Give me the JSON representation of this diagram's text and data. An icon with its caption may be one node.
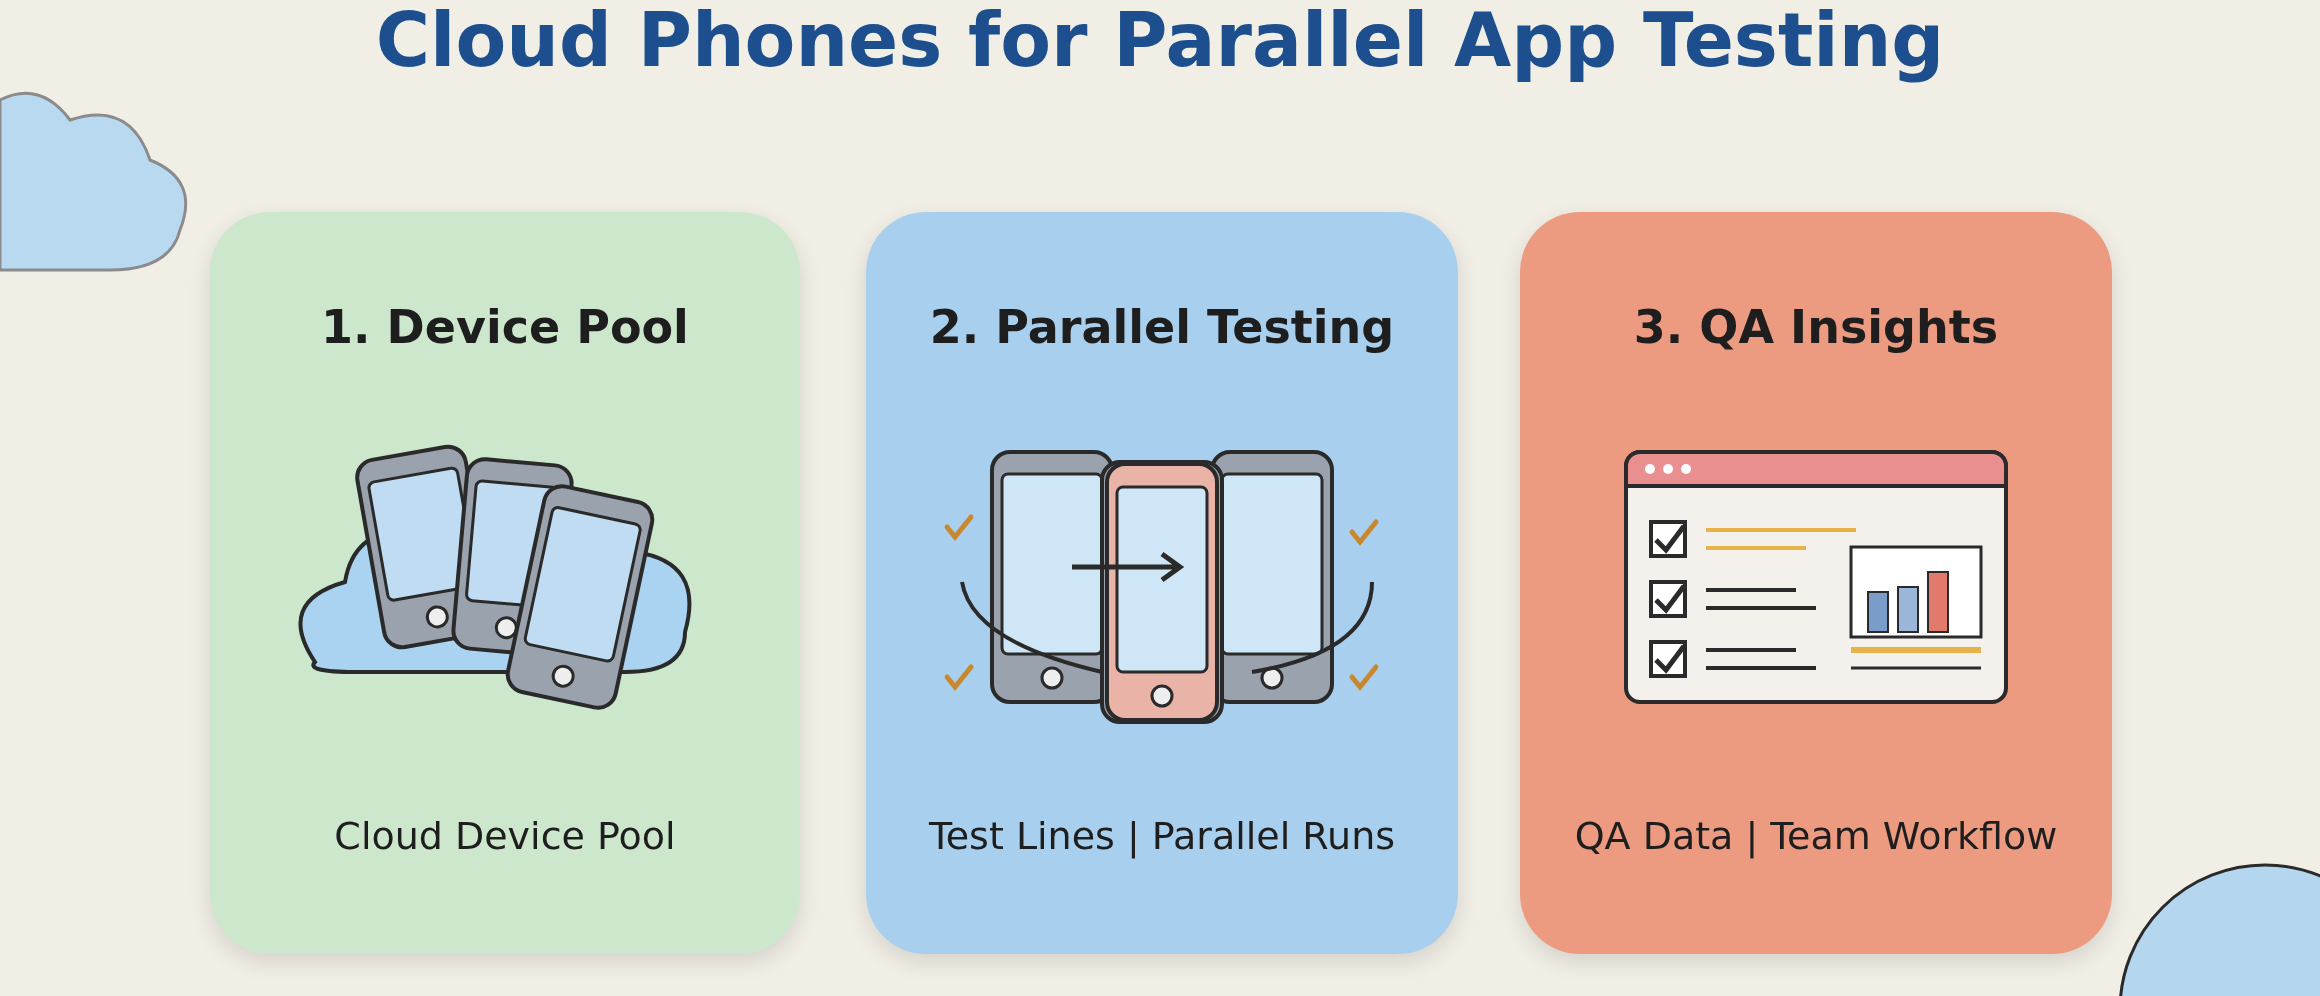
{
  "diagram": {
    "title": "Cloud Phones for Parallel App Testing",
    "nodes": [
      {
        "text": [
          "1. Device Pool",
          "Cloud Device Pool"
        ]
      },
      {
        "text": [
          "2. Parallel Testing",
          "Test Lines | Parallel Runs"
        ]
      },
      {
        "text": [
          "3. QA Insights",
          "QA Data | Team Workflow"
        ]
      }
    ]
  }
}
